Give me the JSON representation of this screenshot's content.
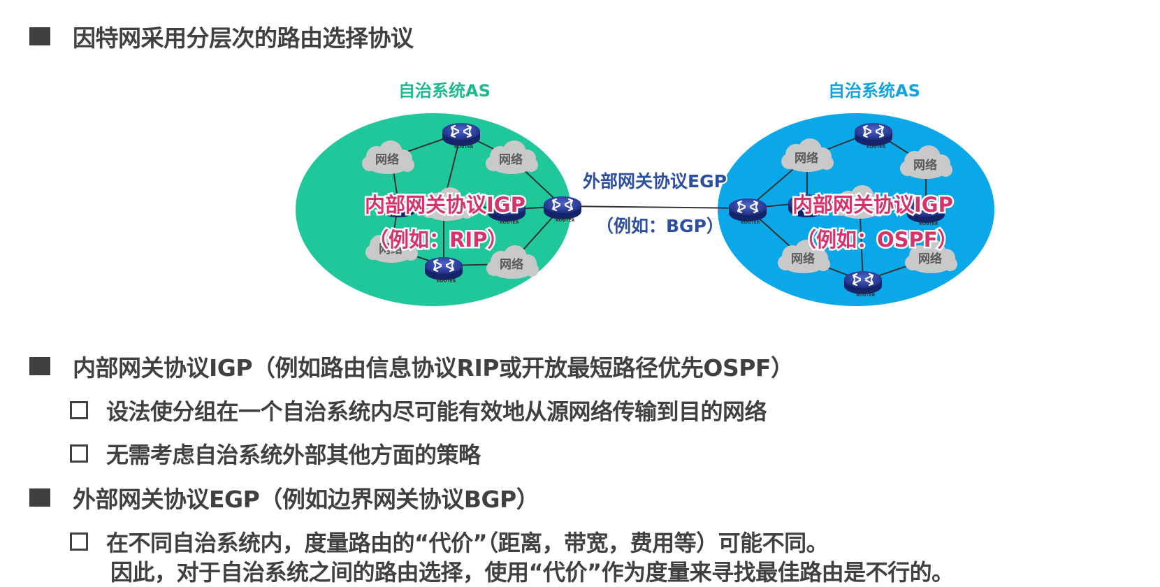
{
  "header": {
    "title": "因特网采用分层次的路由选择协议"
  },
  "diagram": {
    "left_as": {
      "title": "自治系统AS",
      "color": "#1fc79b",
      "title_color": "#1fb890",
      "igp_line1": "内部网关协议IGP",
      "igp_line2": "（例如：RIP）",
      "clouds": [
        "网络",
        "网络",
        "网络",
        "网络",
        "网络"
      ]
    },
    "right_as": {
      "title": "自治系统AS",
      "color": "#0aa8e8",
      "title_color": "#12a3e0",
      "igp_line1": "内部网关协议IGP",
      "igp_line2": "（例如：OSPF）",
      "clouds": [
        "网络",
        "网络",
        "网络",
        "网络",
        "网络"
      ]
    },
    "egp_line1": "外部网关协议EGP",
    "egp_line2": "（例如：BGP）",
    "router_label": "ROUTER"
  },
  "bullets": [
    {
      "text": "内部网关协议IGP（例如路由信息协议RIP或开放最短路径优先OSPF）",
      "subs": [
        "设法使分组在一个自治系统内尽可能有效地从源网络传输到目的网络",
        "无需考虑自治系统外部其他方面的策略"
      ]
    },
    {
      "text": "外部网关协议EGP（例如边界网关协议BGP）",
      "subs": [
        "在不同自治系统内，度量路由的“代价”（距离，带宽，费用等）可能不同。"
      ],
      "continuation": "因此，对于自治系统之间的路由选择，使用“代价”作为度量来寻找最佳路由是不行的。"
    }
  ]
}
